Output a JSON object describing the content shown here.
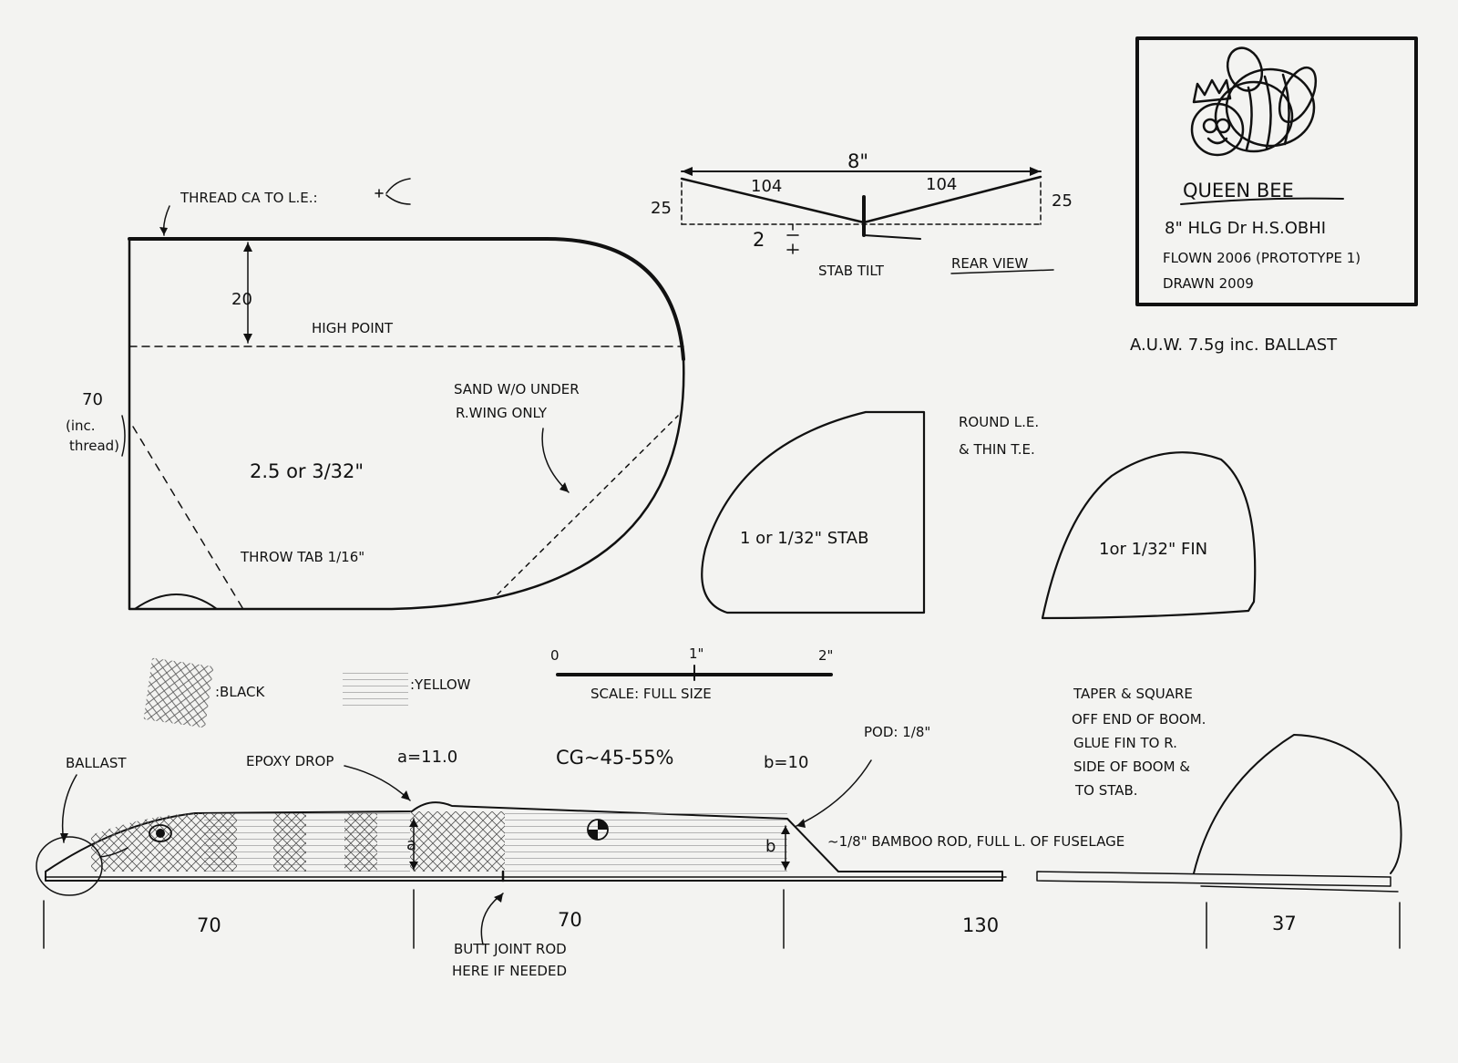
{
  "title_block": {
    "name": "QUEEN BEE",
    "line1": "8\" HLG  Dr H.S.OBHI",
    "line2": "FLOWN 2006 (PROTOTYPE 1)",
    "line3": "DRAWN 2009"
  },
  "auw": "A.U.W. 7.5g inc. BALLAST",
  "wing": {
    "thread_note": "THREAD CA TO L.E.:",
    "dim_20": "20",
    "high_point": "HIGH POINT",
    "dim_70": "70",
    "inc": "(inc.",
    "thread": "thread)",
    "material": "2.5 or 3/32\"",
    "sand_note_1": "SAND W/O UNDER",
    "sand_note_2": "R.WING ONLY",
    "throw_tab": "THROW TAB 1/16\""
  },
  "rear_view": {
    "span": "8\"",
    "left_len": "104",
    "right_len": "104",
    "left_h": "25",
    "right_h": "25",
    "tilt": "2",
    "stab_tilt": "STAB TILT",
    "title": "REAR VIEW"
  },
  "stab": {
    "label": "1 or 1/32\" STAB"
  },
  "fin": {
    "note_1": "ROUND L.E.",
    "note_2": "& THIN T.E.",
    "label": "1or 1/32\" FIN"
  },
  "legend": {
    "black": ":BLACK",
    "yellow": ":YELLOW"
  },
  "scale": {
    "t0": "0",
    "t1": "1\"",
    "t2": "2\"",
    "caption": "SCALE: FULL SIZE"
  },
  "fuselage": {
    "ballast": "BALLAST",
    "epoxy": "EPOXY DROP",
    "a_val": "a=11.0",
    "cg": "CG~45-55%",
    "b_val": "b=10",
    "pod": "POD: 1/8\"",
    "a": "a",
    "b": "b",
    "bamboo": "~1/8\" BAMBOO ROD, FULL L. OF FUSELAGE",
    "dim1": "70",
    "dim2": "70",
    "dim3": "130",
    "dim4": "37",
    "butt_1": "BUTT JOINT ROD",
    "butt_2": "HERE IF NEEDED"
  },
  "boom_note": {
    "l1": "TAPER & SQUARE",
    "l2": "OFF END OF BOOM.",
    "l3": "GLUE FIN TO R.",
    "l4": "SIDE OF BOOM &",
    "l5": "TO STAB."
  },
  "colors": {
    "ink": "#111111",
    "paper": "#f3f3f1"
  }
}
